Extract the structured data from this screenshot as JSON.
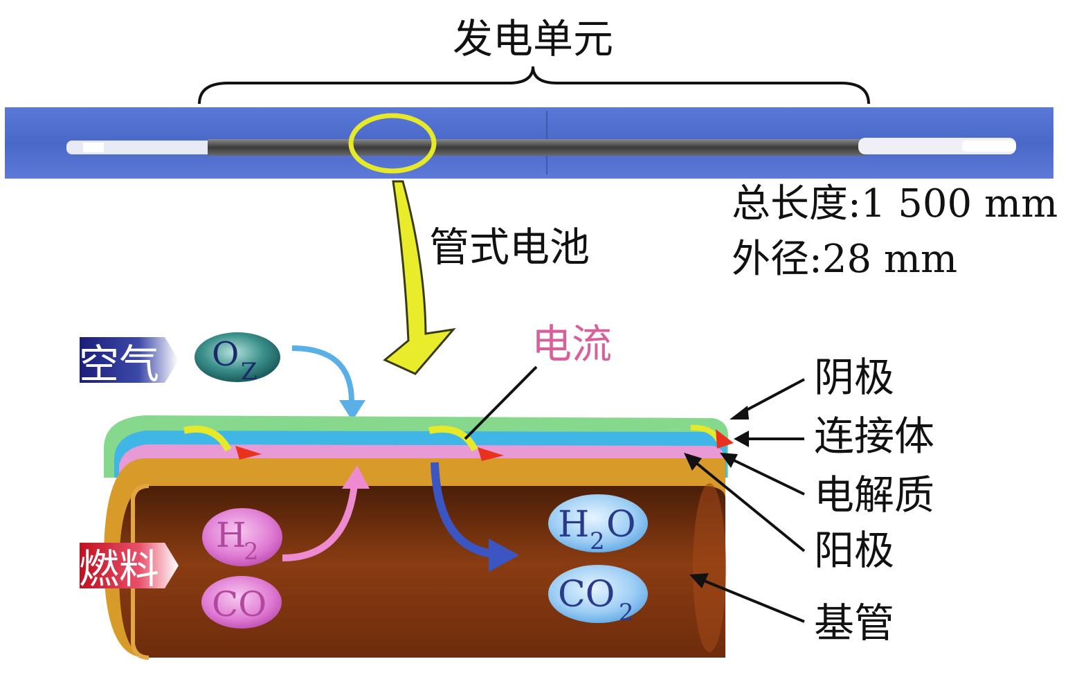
{
  "title": "发电单元",
  "tube_label": "管式电池",
  "specs": {
    "length": "总长度:1 500 mm",
    "diameter": "外径:28 mm"
  },
  "inputs": {
    "air": "空气",
    "fuel": "燃料"
  },
  "current_label": "电流",
  "species": {
    "o2_main": "O",
    "o2_sub": "Z",
    "h2_main": "H",
    "h2_sub": "2",
    "co": "CO",
    "h2o_h": "H",
    "h2o_sub": "2",
    "h2o_o": "O",
    "co2_main": "CO",
    "co2_sub": "2"
  },
  "layers": {
    "cathode": "阴极",
    "interconnect": "连接体",
    "electrolyte": "电解质",
    "anode": "阳极",
    "support_tube": "基管"
  },
  "colors": {
    "panel_blue": "#4f6fd0",
    "current_pink": "#d8609a",
    "tube_brown": "#7a3512",
    "tube_orange": "#d89b2a",
    "cathode_green": "#7dd68a",
    "interconnect_blue": "#3fb6e6",
    "electrolyte_pink": "#e79ad6",
    "yellow_marker": "#e6e82a"
  }
}
